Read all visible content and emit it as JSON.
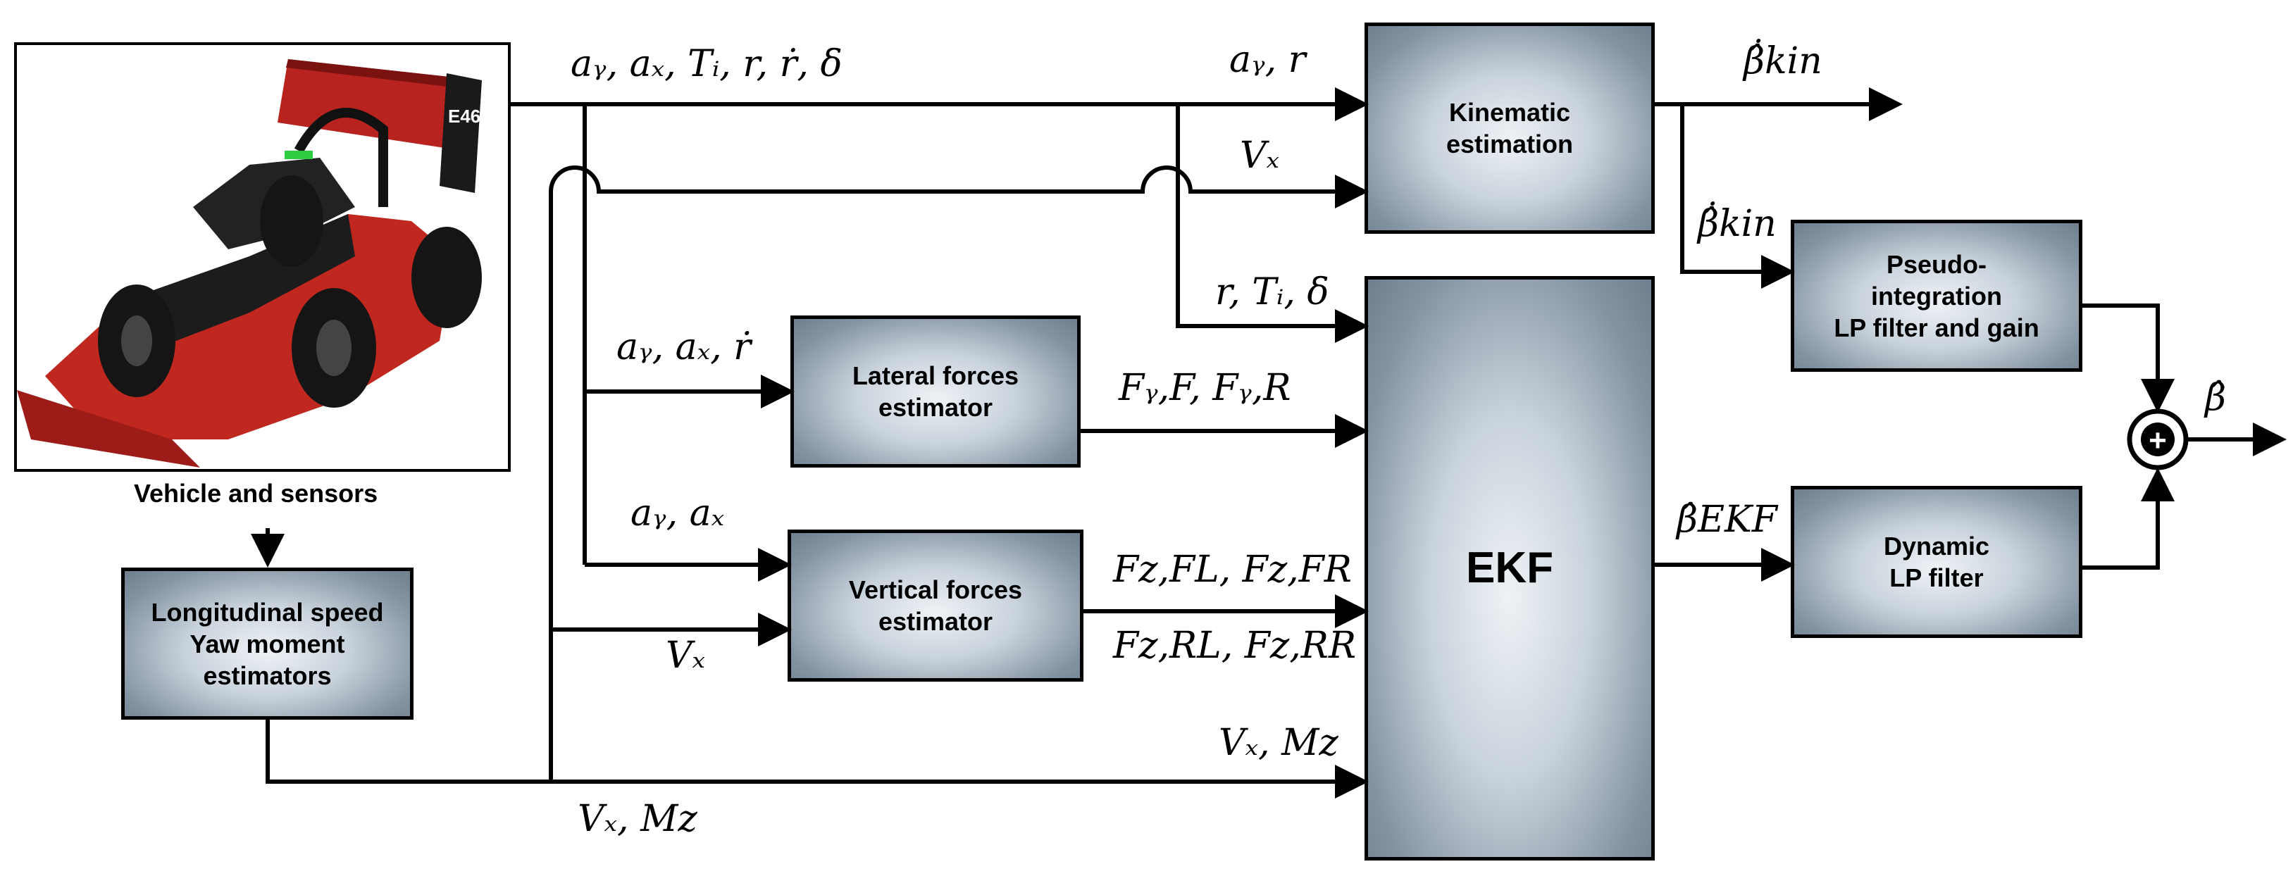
{
  "diagram": {
    "car_caption": "Vehicle and sensors",
    "car_number": "E46",
    "blocks": {
      "longitudinal": "Longitudinal speed\nYaw moment\nestimators",
      "lateral": "Lateral forces\nestimator",
      "vertical": "Vertical forces\nestimator",
      "kinematic": "Kinematic\nestimation",
      "ekf": "EKF",
      "pseudo": "Pseudo-\nintegration\nLP filter and gain",
      "dynamic": "Dynamic\nLP filter"
    },
    "signals": {
      "sensors_out": "aᵧ, aₓ, Tᵢ, r, ṙ, δ",
      "to_kinematic_top": "aᵧ, r",
      "vx_to_kinematic": "Vₓ",
      "to_ekf_top": "r, Tᵢ, δ",
      "to_lateral": "aᵧ, aₓ, ṙ",
      "lateral_out": "Fᵧ,F, Fᵧ,R",
      "to_vertical": "aᵧ, aₓ",
      "vx_to_vertical": "Vₓ",
      "vertical_out_1": "Fz,FL, Fz,FR",
      "vertical_out_2": "Fz,RL, Fz,RR",
      "vx_mz_ekf": "Vₓ, Mz",
      "vx_mz_bottom": "Vₓ, Mz",
      "kin_out": "β̂̇kin",
      "kin_to_pseudo": "β̂̇kin",
      "ekf_out": "β̂EKF",
      "final_out": "β̂"
    },
    "sum_symbol": "+"
  }
}
